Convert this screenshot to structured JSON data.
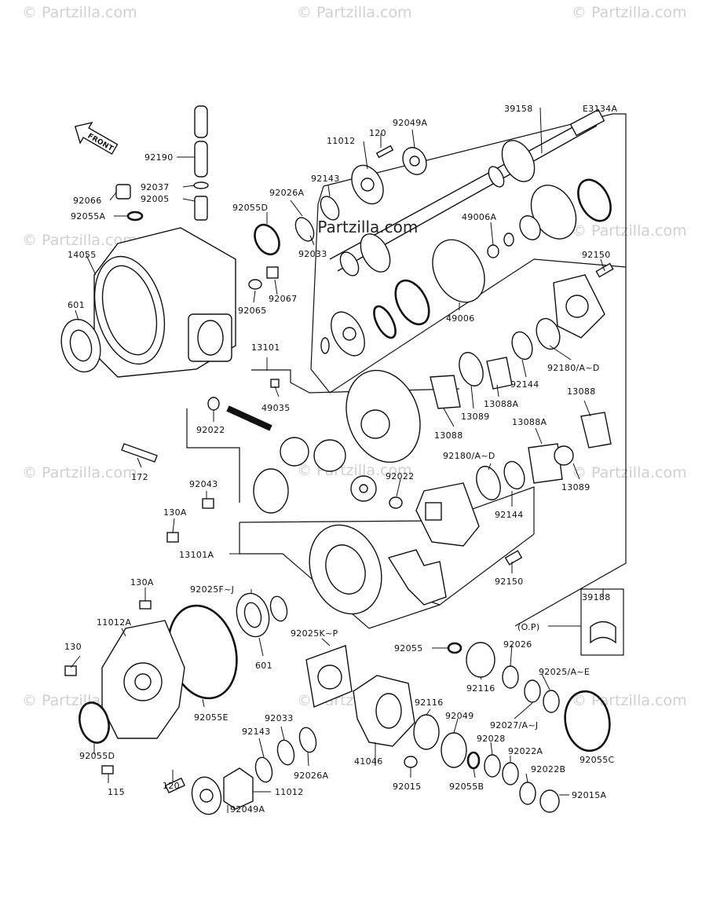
{
  "diagram_code": "E3134A",
  "watermark_text": "© Partzilla.com",
  "center_watermark": "© Partzilla.com",
  "front_label": "FRONT",
  "option_label": "(O.P)",
  "parts": {
    "p39158": "39158",
    "p11012_top": "11012",
    "p120_top": "120",
    "p92049A_top": "92049A",
    "p92190": "92190",
    "p92037": "92037",
    "p92005": "92005",
    "p92066": "92066",
    "p92055A": "92055A",
    "p92143_top": "92143",
    "p92026A_top": "92026A",
    "p92055D_top": "92055D",
    "p49006A": "49006A",
    "p92033_top": "92033",
    "p14055": "14055",
    "p92150_top": "92150",
    "p92067": "92067",
    "p92065": "92065",
    "p601_top": "601",
    "p49006": "49006",
    "p92180_top": "92180/A~D",
    "p13101": "13101",
    "p92144_top": "92144",
    "p13088_top": "13088",
    "p49035": "49035",
    "p13088A_top": "13088A",
    "p13089_top": "13089",
    "p92022_top": "92022",
    "p13088_mid": "13088",
    "p13088A_mid": "13088A",
    "p172": "172",
    "p92180_mid": "92180/A~D",
    "p92043": "92043",
    "p92022_mid": "92022",
    "p13089_mid": "13089",
    "p130A_top": "130A",
    "p92144_mid": "92144",
    "p13101A": "13101A",
    "p92150_mid": "92150",
    "p130A_mid": "130A",
    "p92025FJ": "92025F~J",
    "p39188": "39188",
    "p11012A": "11012A",
    "p92025KP": "92025K~P",
    "p130": "130",
    "p601_bottom": "601",
    "p92055_mid": "92055",
    "p92026_mid": "92026",
    "p92025AE": "92025/A~E",
    "p92116_left": "92116",
    "p92055E": "92055E",
    "p92116_right": "92116",
    "p92049_mid": "92049",
    "p92027": "92027/A~J",
    "p92033_bottom": "92033",
    "p92143_bottom": "92143",
    "p92028": "92028",
    "p92022A": "92022A",
    "p92055C": "92055C",
    "p92055D_bottom": "92055D",
    "p92026A_bottom": "92026A",
    "p41046": "41046",
    "p92022B": "92022B",
    "p120_bottom": "120",
    "p115": "115",
    "p11012_bottom": "11012",
    "p92015": "92015",
    "p92055B": "92055B",
    "p92015A": "92015A",
    "p92049A_bottom": "92049A"
  }
}
